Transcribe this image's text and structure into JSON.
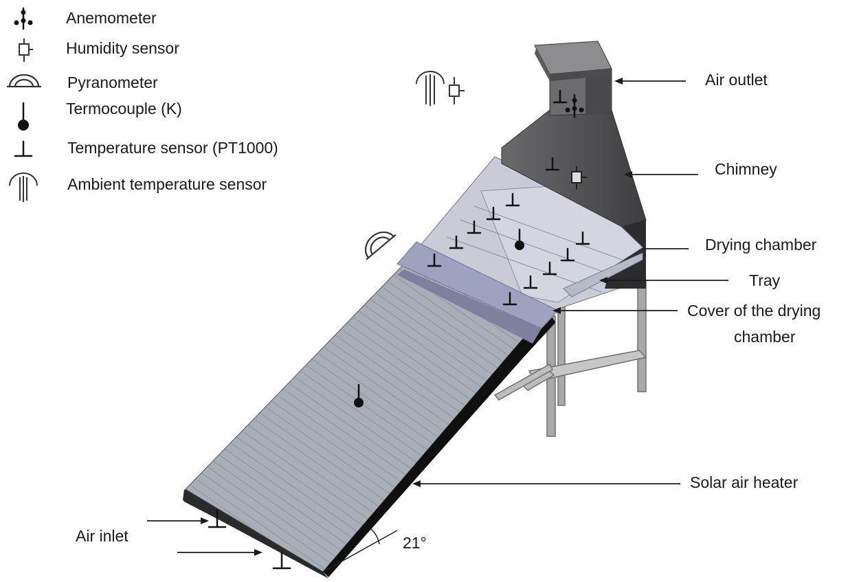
{
  "legend": {
    "items": [
      {
        "label": "Anemometer",
        "icon": "anemometer-icon"
      },
      {
        "label": "Humidity sensor",
        "icon": "humidity-sensor-icon"
      },
      {
        "label": "Pyranometer",
        "icon": "pyranometer-icon"
      },
      {
        "label": "Termocouple (K)",
        "icon": "thermocouple-icon"
      },
      {
        "label": "Temperature sensor (PT1000)",
        "icon": "temperature-sensor-icon"
      },
      {
        "label": "Ambient temperature sensor",
        "icon": "ambient-temperature-sensor-icon"
      }
    ]
  },
  "labels": {
    "air_outlet": "Air outlet",
    "chimney": "Chimney",
    "drying_chamber": "Drying chamber",
    "tray": "Tray",
    "cover_line1": "Cover of the drying",
    "cover_line2": "chamber",
    "solar_air_heater": "Solar air heater",
    "air_inlet": "Air inlet",
    "angle": "21°"
  },
  "colors": {
    "collector_surface": "#a9adb5",
    "collector_edge": "#111111",
    "chimney": "#5a5a5c",
    "chamber_floor": "#c9ccd6",
    "cover_band": "#9ea2bf",
    "tray": "#d3d6e0",
    "frame": "#8a8a8a"
  }
}
